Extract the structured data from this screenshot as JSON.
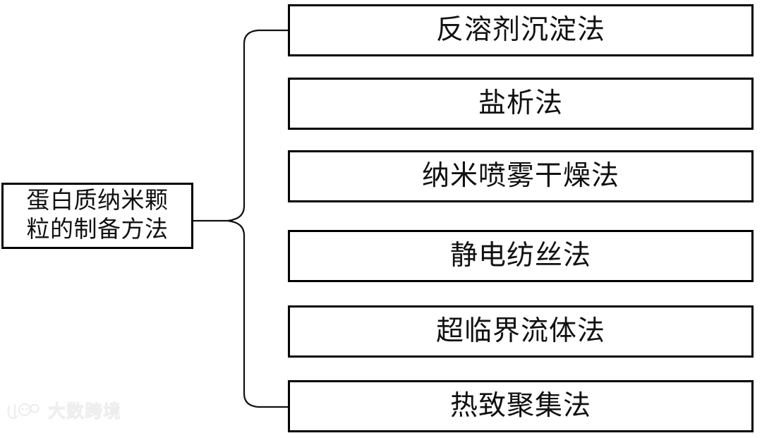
{
  "diagram": {
    "type": "bracket-tree",
    "root": {
      "label": "蛋白质纳米颗\n粒的制备方法",
      "label_plain": "蛋白质纳米颗粒的制备方法"
    },
    "connector": {
      "style": "curly-brace",
      "orientation": "left-to-right"
    },
    "branches": [
      {
        "label": "反溶剂沉淀法"
      },
      {
        "label": "盐析法"
      },
      {
        "label": "纳米喷雾干燥法"
      },
      {
        "label": "静电纺丝法"
      },
      {
        "label": "超临界流体法"
      },
      {
        "label": "热致聚集法"
      }
    ]
  },
  "watermark": {
    "text": "大数跨境",
    "color": "#ededed"
  },
  "colors": {
    "background": "#ffffff",
    "border": "#000000",
    "text": "#111111"
  }
}
